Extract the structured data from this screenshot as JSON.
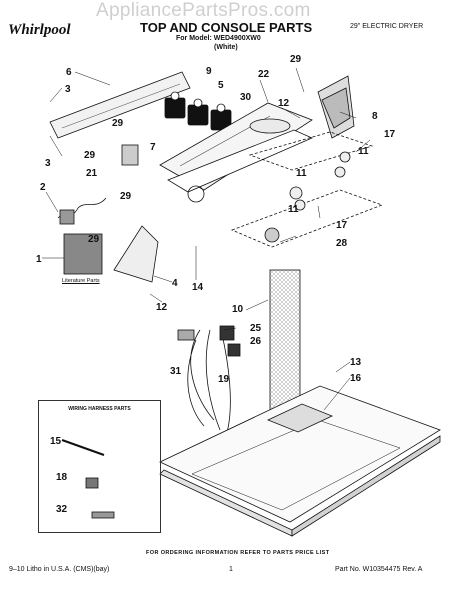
{
  "watermark": "AppliancePartsPros.com",
  "brand": "Whirlpool",
  "title": "TOP AND CONSOLE PARTS",
  "model_line": "For Model: WED4900XW0",
  "color_line": "(White)",
  "product": "29\" ELECTRIC DRYER",
  "literature_label": "Literature Parts",
  "legend_title": "WIRING HARNESS PARTS",
  "order_note": "FOR ORDERING INFORMATION REFER TO PARTS PRICE LIST",
  "footer": {
    "left": "9–10 Litho in U.S.A. (CMS)(bay)",
    "page": "1",
    "right": "Part No. W10354475 Rev. A"
  },
  "callouts": [
    "6",
    "3",
    "3",
    "9",
    "5",
    "30",
    "22",
    "29",
    "8",
    "12",
    "17",
    "29",
    "7",
    "29",
    "21",
    "29",
    "11",
    "11",
    "11",
    "17",
    "28",
    "2",
    "29",
    "1",
    "4",
    "14",
    "12",
    "10",
    "25",
    "26",
    "13",
    "16",
    "31",
    "19",
    "15",
    "18",
    "32"
  ]
}
